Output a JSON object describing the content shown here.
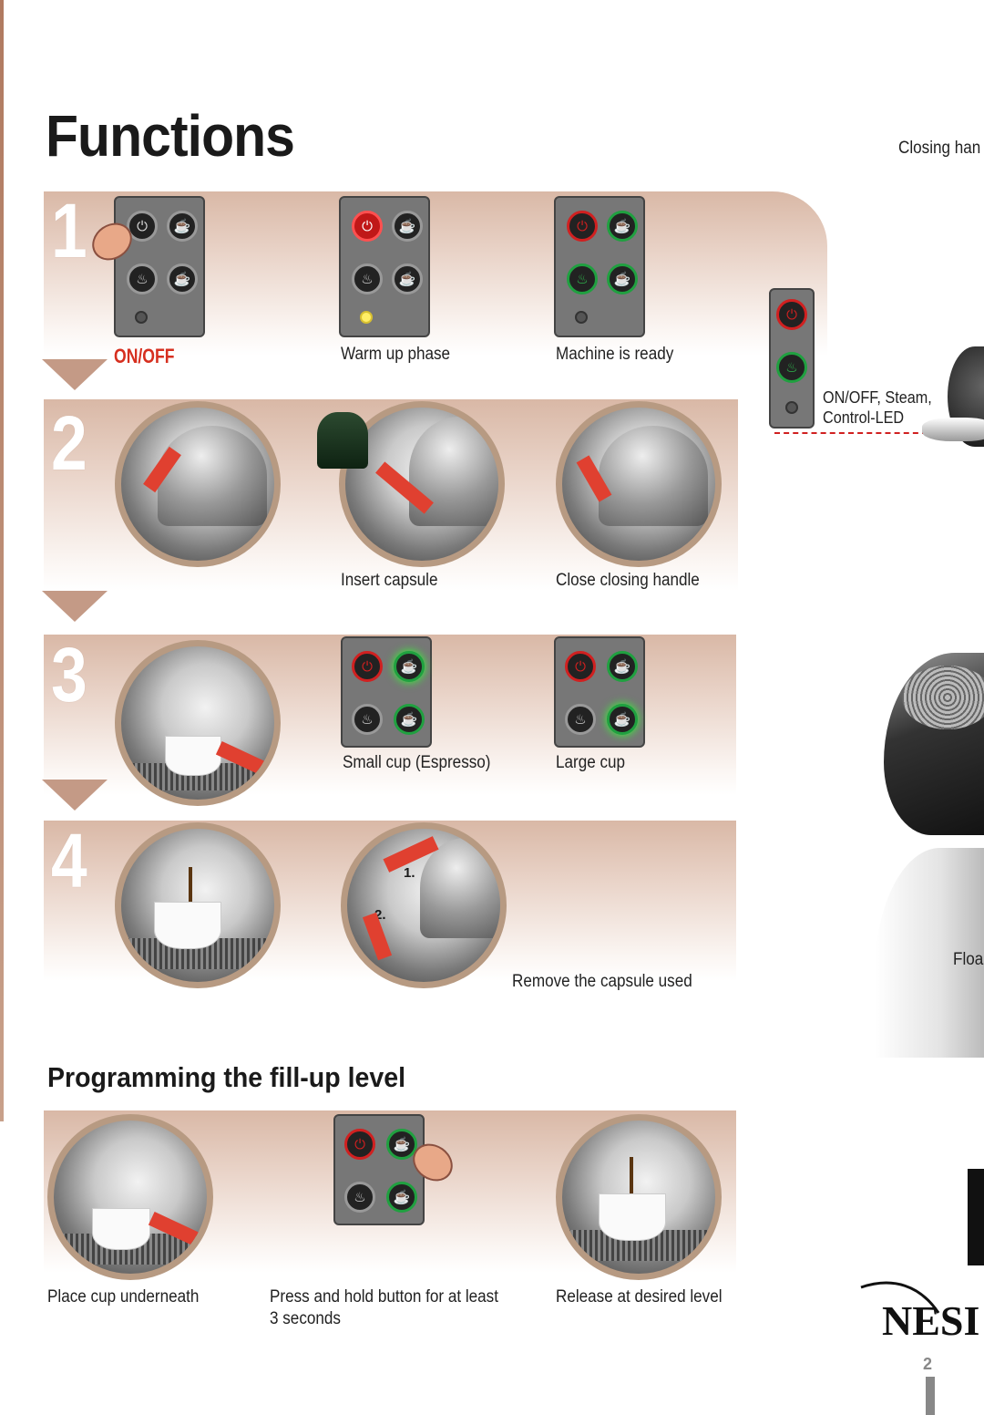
{
  "header": {
    "title": "Functions",
    "side_label": "Closing han"
  },
  "steps": {
    "s1": {
      "num": "1",
      "onoff": "ON/OFF",
      "warm": "Warm up phase",
      "ready": "Machine is ready"
    },
    "s2": {
      "num": "2",
      "insert": "Insert capsule",
      "close": "Close closing handle"
    },
    "s3": {
      "num": "3",
      "small": "Small cup (Espresso)",
      "large": "Large cup"
    },
    "s4": {
      "num": "4",
      "label1": "1.",
      "label2": "2.",
      "remove": "Remove the capsule used"
    }
  },
  "side": {
    "led_label_1": "ON/OFF, Steam,",
    "led_label_2": "Control-LED",
    "floating": "Floa",
    "logo": "NESI",
    "page": "2"
  },
  "programming": {
    "title": "Programming the fill-up level",
    "place": "Place cup underneath",
    "press_1": "Press and hold button for  at least",
    "press_2": "3 seconds",
    "release": "Release at desired level"
  },
  "colors": {
    "band": "#d9b8a6",
    "arrow": "#c49a86",
    "red": "#d02020",
    "green": "#20a040"
  }
}
